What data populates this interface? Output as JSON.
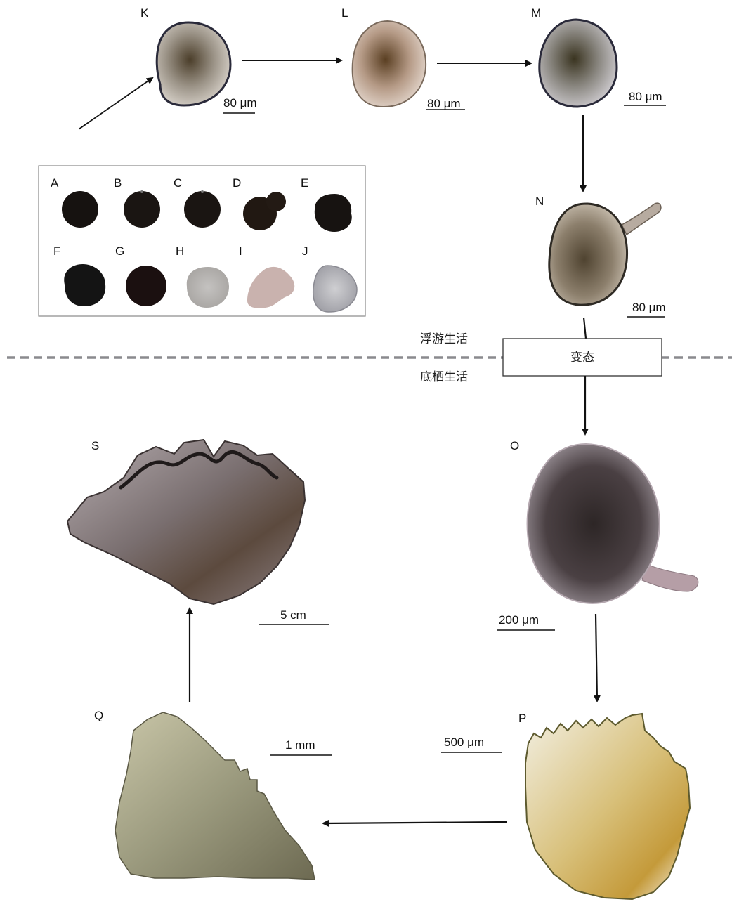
{
  "stages": {
    "K": "K",
    "L": "L",
    "M": "M",
    "N": "N",
    "O": "O",
    "P": "P",
    "Q": "Q",
    "S": "S"
  },
  "inset": {
    "A": "A",
    "B": "B",
    "C": "C",
    "D": "D",
    "E": "E",
    "F": "F",
    "G": "G",
    "H": "H",
    "I": "I",
    "J": "J"
  },
  "scale_bars": {
    "K": "80 μm",
    "L": "80 μm",
    "M": "80 μm",
    "N": "80 μm",
    "O": "200 μm",
    "P": "500 μm",
    "Q": "1 mm",
    "S": "5 cm"
  },
  "zones": {
    "pelagic": "浮游生活",
    "benthic": "底栖生活",
    "metamorphosis": "变态"
  },
  "colors": {
    "arrow": "#111111",
    "divider": "#8a8a8e",
    "embryo_dark": "#1a1512",
    "larva_tint": "#6b5a45",
    "spat_green": "#9aa07a",
    "shell_gray": "#6e6566"
  }
}
